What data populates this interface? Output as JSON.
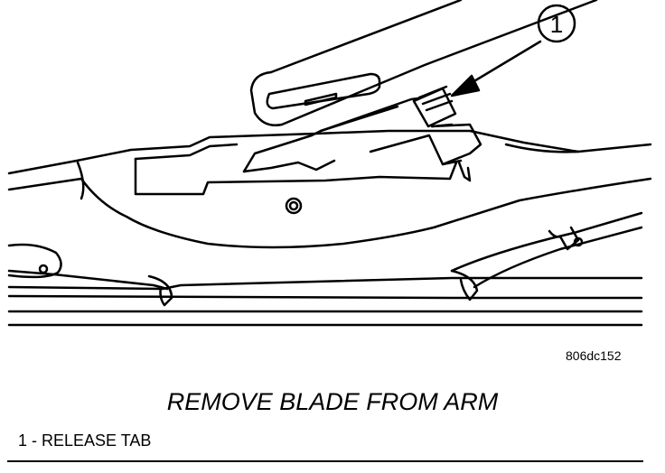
{
  "figure": {
    "callout_number": "1",
    "image_code": "806dc152",
    "title": "REMOVE BLADE FROM ARM",
    "legend": [
      {
        "number": "1",
        "separator": " - ",
        "label": "RELEASE TAB"
      }
    ]
  }
}
